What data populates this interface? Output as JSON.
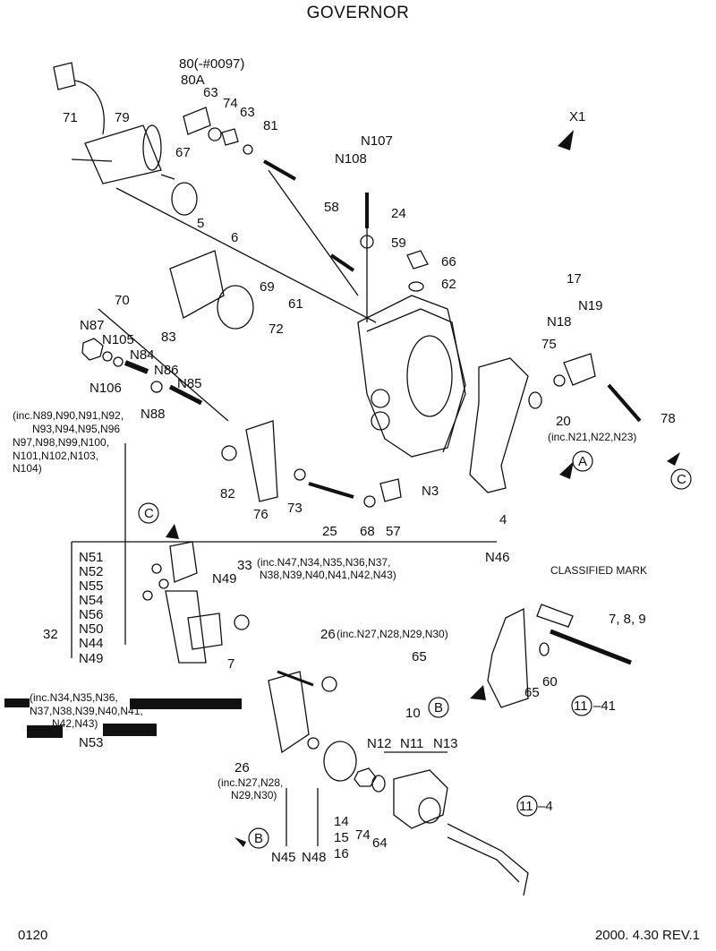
{
  "title": "GOVERNOR",
  "page_number": "0120",
  "revision": "2000. 4.30 REV.1",
  "view_label": "X1",
  "classified_mark": "CLASSIFIED MARK",
  "labels": {
    "p71": "71",
    "p79": "79",
    "p80": "80(-#0097)",
    "p80a": "80A",
    "p63a": "63",
    "p74a": "74",
    "p63b": "63",
    "p81": "81",
    "p67": "67",
    "p5": "5",
    "p6": "6",
    "p69": "69",
    "p61": "61",
    "p70": "70",
    "p72": "72",
    "p58": "58",
    "n107": "N107",
    "n108": "N108",
    "p24": "24",
    "p59": "59",
    "p66": "66",
    "p62": "62",
    "p17": "17",
    "n18": "N18",
    "n19": "N19",
    "p75": "75",
    "p20": "20",
    "p78": "78",
    "inc_n21": "(inc.N21,N22,N23)",
    "calloutC": "C",
    "calloutA": "A",
    "p4": "4",
    "n3": "N3",
    "p57": "57",
    "p68": "68",
    "p25": "25",
    "p73": "73",
    "p76": "76",
    "p82": "82",
    "n87": "N87",
    "n105": "N105",
    "p83": "83",
    "n84": "N84",
    "n86": "N86",
    "n85": "N85",
    "n106": "N106",
    "n88": "N88",
    "inc_n89_l1": "(inc.N89,N90,N91,N92,",
    "inc_n89_l2": "N93,N94,N95,N96",
    "inc_n89_l3": "N97,N98,N99,N100,",
    "inc_n89_l4": "N101,N102,N103,",
    "inc_n89_l5": "N104)",
    "calloutC2": "C",
    "n51": "N51",
    "n52": "N52",
    "n55": "N55",
    "n54": "N54",
    "n56": "N56",
    "n50": "N50",
    "n44": "N44",
    "n49a": "N49",
    "p32": "32",
    "n49b": "N49",
    "p33": "33",
    "inc_n47_l1": "(inc.N47,N34,N35,N36,N37,",
    "inc_n47_l2": "N38,N39,N40,N41,N42,N43)",
    "n46": "N46",
    "p26a": "26",
    "inc_n27": "(inc.N27,N28,N29,N30)",
    "p7": "7",
    "p7b": "7, 8, 9",
    "p65a": "65",
    "p65b": "65",
    "p60": "60",
    "p11_41": "11",
    "dash41": "–41",
    "calloutB": "B",
    "p10": "10",
    "n12": "N12",
    "n11": "N11",
    "n13": "N13",
    "inc_n34_l1": "(inc.N34,N35,N36,",
    "inc_n34_l2": "N37,N38,N39,N40,N41,",
    "inc_n34_l3": "N42,N43)",
    "n53": "N53",
    "p26b": "26",
    "inc_n27b_l1": "(inc.N27,N28,",
    "inc_n27b_l2": "N29,N30)",
    "p14": "14",
    "p15": "15",
    "p16": "16",
    "p74b": "74",
    "p64": "64",
    "p11_4": "11",
    "dash4": "–4",
    "calloutB2": "B",
    "n45": "N45",
    "n48": "N48"
  }
}
